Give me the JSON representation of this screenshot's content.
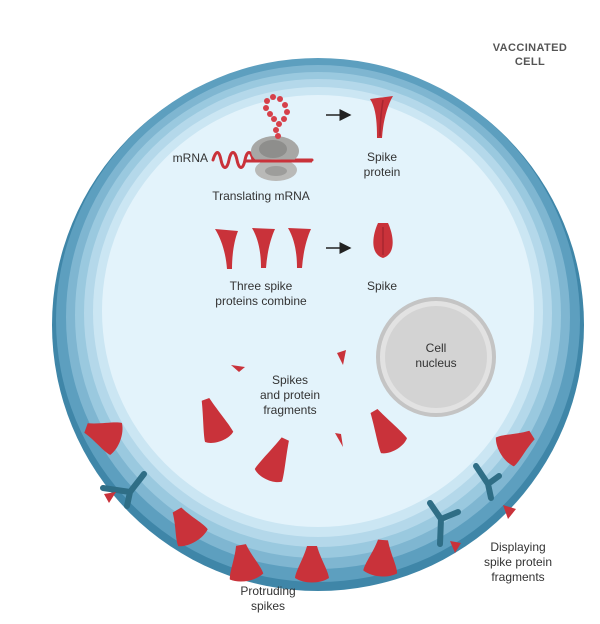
{
  "title": {
    "line1": "VACCINATED",
    "line2": "CELL"
  },
  "labels": {
    "mrna": "mRNA",
    "translating": "Translating mRNA",
    "spike_protein": [
      "Spike",
      "protein"
    ],
    "three_spike": [
      "Three spike",
      "proteins combine"
    ],
    "spike": "Spike",
    "nucleus": [
      "Cell",
      "nucleus"
    ],
    "fragments": [
      "Spikes",
      "and protein",
      "fragments"
    ],
    "protruding": [
      "Protruding",
      "spikes"
    ],
    "displaying": [
      "Displaying",
      "spike protein",
      "fragments"
    ]
  },
  "colors": {
    "spike_red": "#c9323a",
    "spike_dark": "#a82630",
    "membrane_outer": "#4b8fb0",
    "membrane_light": "#a9d2e6",
    "cytoplasm": "#e3f3fb",
    "nucleus_gray": "#d3d3d3",
    "ribosome_gray": "#a7a7a5",
    "receptor_teal": "#2f6e86"
  }
}
